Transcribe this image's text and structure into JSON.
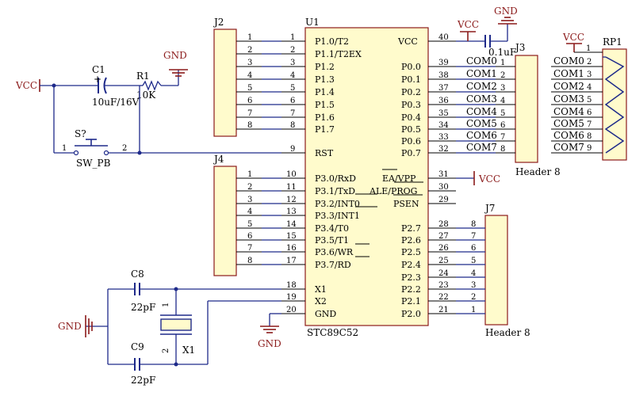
{
  "u1": {
    "ref": "U1",
    "part": "STC89C52",
    "left_pins": [
      {
        "num": "1",
        "name": "P1.0/T2"
      },
      {
        "num": "2",
        "name": "P1.1/T2EX"
      },
      {
        "num": "3",
        "name": "P1.2"
      },
      {
        "num": "4",
        "name": "P1.3"
      },
      {
        "num": "5",
        "name": "P1.4"
      },
      {
        "num": "6",
        "name": "P1.5"
      },
      {
        "num": "7",
        "name": "P1.6"
      },
      {
        "num": "8",
        "name": "P1.7"
      },
      {
        "num": "9",
        "name": "RST"
      },
      {
        "num": "10",
        "name": "P3.0/RxD"
      },
      {
        "num": "11",
        "name": "P3.1/TxD"
      },
      {
        "num": "12",
        "name": "P3.2/INT0"
      },
      {
        "num": "13",
        "name": "P3.3/INT1"
      },
      {
        "num": "14",
        "name": "P3.4/T0"
      },
      {
        "num": "15",
        "name": "P3.5/T1"
      },
      {
        "num": "16",
        "name": "P3.6/WR"
      },
      {
        "num": "17",
        "name": "P3.7/RD"
      },
      {
        "num": "18",
        "name": "X1"
      },
      {
        "num": "19",
        "name": "X2"
      },
      {
        "num": "20",
        "name": "GND"
      }
    ],
    "right_pins": [
      {
        "num": "40",
        "name": "VCC"
      },
      {
        "num": "39",
        "name": "P0.0"
      },
      {
        "num": "38",
        "name": "P0.1"
      },
      {
        "num": "37",
        "name": "P0.2"
      },
      {
        "num": "36",
        "name": "P0.3"
      },
      {
        "num": "35",
        "name": "P0.4"
      },
      {
        "num": "34",
        "name": "P0.5"
      },
      {
        "num": "33",
        "name": "P0.6"
      },
      {
        "num": "32",
        "name": "P0.7"
      },
      {
        "num": "31",
        "name": "EA/VPP"
      },
      {
        "num": "30",
        "name": "ALE/PROG"
      },
      {
        "num": "29",
        "name": "PSEN"
      },
      {
        "num": "28",
        "name": "P2.7"
      },
      {
        "num": "27",
        "name": "P2.6"
      },
      {
        "num": "26",
        "name": "P2.5"
      },
      {
        "num": "25",
        "name": "P2.4"
      },
      {
        "num": "24",
        "name": "P2.3"
      },
      {
        "num": "23",
        "name": "P2.2"
      },
      {
        "num": "22",
        "name": "P2.1"
      },
      {
        "num": "21",
        "name": "P2.0"
      }
    ]
  },
  "j2": {
    "ref": "J2",
    "pins": [
      "1",
      "2",
      "3",
      "4",
      "5",
      "6",
      "7",
      "8"
    ]
  },
  "j4": {
    "ref": "J4",
    "pins": [
      "1",
      "2",
      "3",
      "4",
      "5",
      "6",
      "7",
      "8"
    ]
  },
  "j3": {
    "ref": "J3",
    "part": "Header 8",
    "pins": [
      "1",
      "2",
      "3",
      "4",
      "5",
      "6",
      "7",
      "8"
    ],
    "nets": [
      "COM0",
      "COM1",
      "COM2",
      "COM3",
      "COM4",
      "COM5",
      "COM6",
      "COM7"
    ]
  },
  "j7": {
    "ref": "J7",
    "part": "Header 8",
    "pins": [
      "8",
      "7",
      "6",
      "5",
      "4",
      "3",
      "2",
      "1"
    ]
  },
  "rp1": {
    "ref": "RP1",
    "pin1": "1",
    "pins": [
      "2",
      "3",
      "4",
      "5",
      "6",
      "7",
      "8",
      "9"
    ],
    "nets": [
      "COM0",
      "COM1",
      "COM2",
      "COM3",
      "COM4",
      "COM5",
      "COM6",
      "COM7"
    ]
  },
  "c1": {
    "ref": "C1",
    "value": "10uF/16V",
    "plus": "+"
  },
  "r1": {
    "ref": "R1",
    "value": "10K"
  },
  "sw": {
    "ref": "S?",
    "part": "SW_PB",
    "pin1": "1",
    "pin2": "2"
  },
  "c8": {
    "ref": "C8",
    "value": "22pF"
  },
  "c9": {
    "ref": "C9",
    "value": "22pF"
  },
  "x1": {
    "ref": "X1",
    "pin1": "1",
    "pin2": "2"
  },
  "ccap": {
    "value": "0.1uF"
  },
  "power": {
    "vcc": "VCC",
    "gnd": "GND"
  },
  "colors": {
    "wire": "#1e2a8a",
    "power": "#8b1a1a",
    "body": "#fffbcc"
  }
}
